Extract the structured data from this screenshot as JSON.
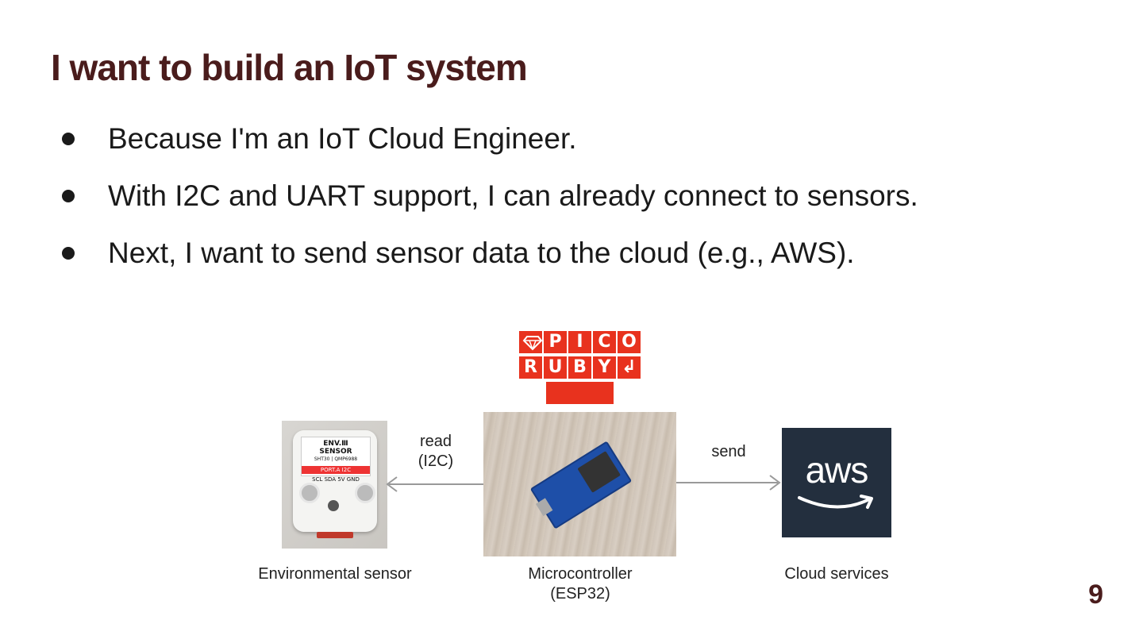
{
  "slide": {
    "title": "I want to build an IoT system",
    "bullets": [
      "Because I'm an IoT Cloud Engineer.",
      "With I2C and UART support, I can already connect to sensors.",
      "Next, I want to send sensor data to the cloud (e.g., AWS)."
    ],
    "page_number": "9"
  },
  "diagram": {
    "logo_letters": [
      "P",
      "I",
      "C",
      "O",
      "R",
      "U",
      "B",
      "Y"
    ],
    "sensor_caption": "Environmental sensor",
    "sensor_label_lines": [
      "ENV.Ⅲ",
      "SENSOR",
      "SHT30 | QMP6988",
      "PORT.A I2C",
      "SCL SDA 5V GND"
    ],
    "mcu_caption_line1": "Microcontroller",
    "mcu_caption_line2": "(ESP32)",
    "cloud_caption": "Cloud services",
    "aws_text": "aws",
    "read_label_line1": "read",
    "read_label_line2": "(I2C)",
    "send_label": "send",
    "colors": {
      "accent": "#4a1c1c",
      "logo_red": "#e8321e",
      "aws_bg": "#232f3e",
      "arrow": "#999999"
    }
  }
}
